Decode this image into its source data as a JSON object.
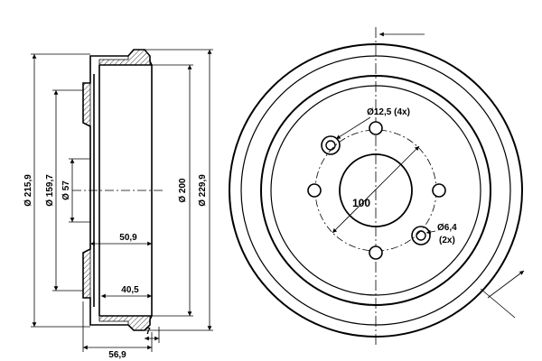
{
  "drawing": {
    "side_view": {
      "dims": {
        "d_outer_flange": "Ø 215,9",
        "d_bolt_circle": "Ø 159,7",
        "d_hub": "Ø 57",
        "d_braking": "Ø 200",
        "d_overall": "Ø 229,9",
        "w_50_9": "50,9",
        "w_40_5": "40,5",
        "w_56_9": "56,9",
        "w_7": "7"
      }
    },
    "front_view": {
      "dims": {
        "bolt_holes": "Ø12,5 (4x)",
        "pcd": "100",
        "pin_holes": "Ø6,4",
        "pin_count": "(2x)"
      }
    }
  }
}
